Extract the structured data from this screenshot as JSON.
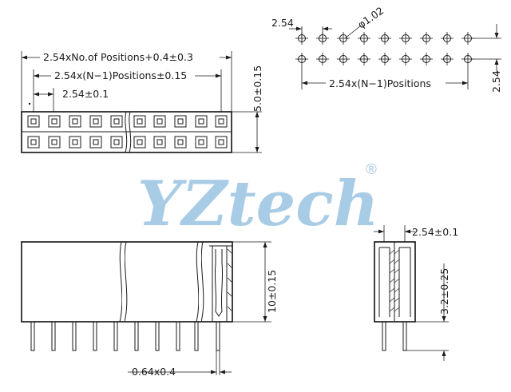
{
  "labels": {
    "overall_length": "2.54xNo.of  Positions+0.4±0.3",
    "span_length": "2.54x(N−1)Positions±0.15",
    "pitch": "2.54±0.1",
    "height": "5.0±0.15",
    "pcb_pitch": "2.54",
    "hole_dia": "φ1.02",
    "pcb_span": "2.54x(N−1)Positions",
    "pcb_row_pitch": "2.54",
    "body_height": "10±0.15",
    "pin_size": "0.64x0.4",
    "side_pitch": "2.54±0.1",
    "tail_length": "3.2±0.25"
  },
  "logo": {
    "text": "YZtech",
    "mark": "®",
    "color": "#a9cce6"
  }
}
